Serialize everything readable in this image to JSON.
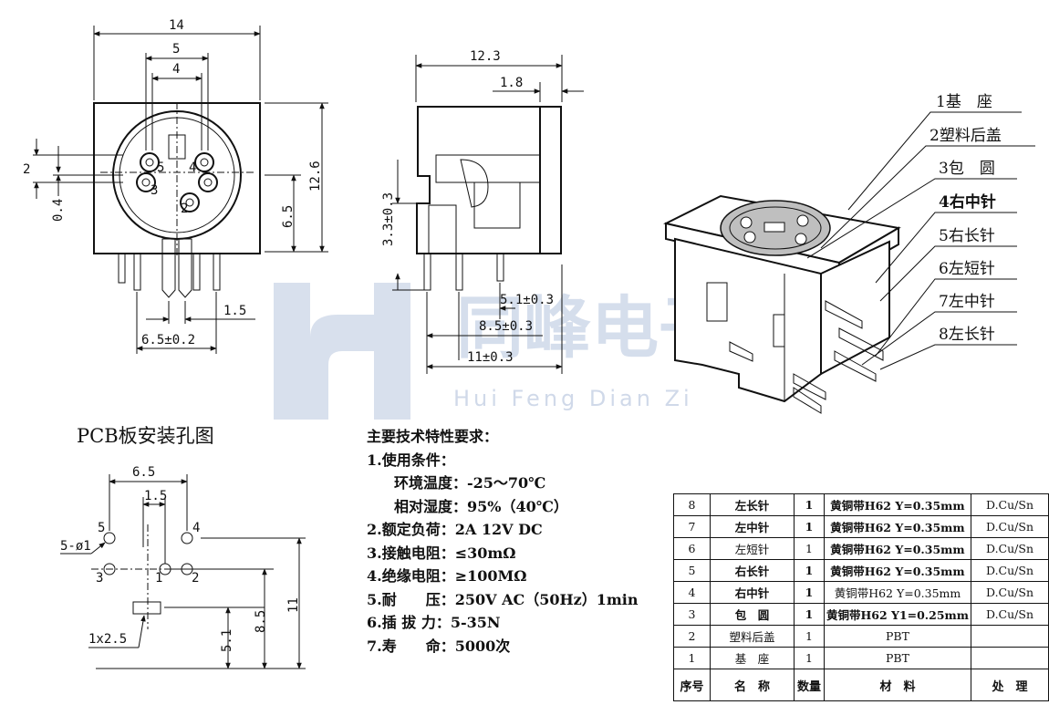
{
  "front_view": {
    "dims": {
      "width": "14",
      "d5": "5",
      "d4": "4",
      "d2": "2",
      "d04": "0.4",
      "d65": "6.5",
      "d126": "12.6",
      "d15": "1.5",
      "d65t": "6.5±0.2"
    },
    "pin_numbers": [
      "5",
      "4",
      "3",
      "2"
    ]
  },
  "side_view": {
    "dims": {
      "d123": "12.3",
      "d18": "1.8",
      "d33": "3.3±0.3",
      "d51": "5.1±0.3",
      "d85": "8.5±0.3",
      "d11": "11±0.3"
    }
  },
  "parts_callouts": [
    "1基　座",
    "2塑料后盖",
    "3包　圆",
    "4右中针",
    "5右长针",
    "6左短针",
    "7左中针",
    "8左长针"
  ],
  "watermark": {
    "brand": "同峰电子",
    "sub": "Hui Feng Dian Zi"
  },
  "pcb": {
    "title": "PCB板安装孔图",
    "dims": {
      "d65": "6.5",
      "d15": "1.5",
      "holes": "5-ø1",
      "slot": "1x2.5",
      "d51": "5.1",
      "d85": "8.5",
      "d11": "11"
    },
    "hole_labels": [
      "5",
      "4",
      "3",
      "1",
      "2"
    ]
  },
  "specs": {
    "heading": "主要技术特性要求：",
    "items": [
      "1.使用条件：",
      "环境温度：-25～70℃",
      "相对湿度：95%（40℃）",
      "2.额定负荷：2A 12V DC",
      "3.接触电阻：≤30mΩ",
      "4.绝缘电阻：≥100MΩ",
      "5.耐　　压：250V AC（50Hz）1min",
      "6.插 拔 力：5-35N",
      "7.寿　　命：5000次"
    ]
  },
  "bom": {
    "rows": [
      [
        "8",
        "左长针",
        "1",
        "黄铜带H62 Y=0.35mm",
        "D.Cu/Sn"
      ],
      [
        "7",
        "左中针",
        "1",
        "黄铜带H62 Y=0.35mm",
        "D.Cu/Sn"
      ],
      [
        "6",
        "左短针",
        "1",
        "黄铜带H62 Y=0.35mm",
        "D.Cu/Sn"
      ],
      [
        "5",
        "右长针",
        "1",
        "黄铜带H62 Y=0.35mm",
        "D.Cu/Sn"
      ],
      [
        "4",
        "右中针",
        "1",
        "黄铜带H62 Y=0.35mm",
        "D.Cu/Sn"
      ],
      [
        "3",
        "包　圆",
        "1",
        "黄铜带H62 Y1=0.25mm",
        "D.Cu/Sn"
      ],
      [
        "2",
        "塑料后盖",
        "1",
        "PBT",
        ""
      ],
      [
        "1",
        "基　座",
        "1",
        "PBT",
        ""
      ]
    ],
    "header": [
      "序号",
      "名　称",
      "数量",
      "材　料",
      "处　理"
    ]
  }
}
